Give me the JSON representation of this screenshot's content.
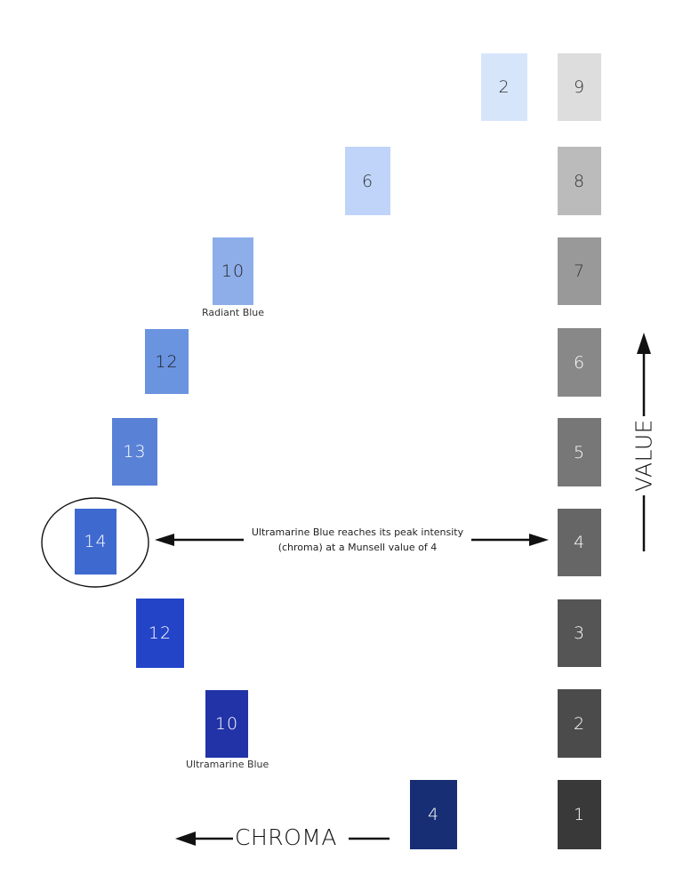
{
  "blue_swatches": [
    {
      "label": "2",
      "color": "#d7e5fb",
      "text_color": "#333333"
    },
    {
      "label": "6",
      "color": "#bfd4f8",
      "text_color": "#333333"
    },
    {
      "label": "10",
      "color": "#8eaeea",
      "text_color": "#222222"
    },
    {
      "label": "12",
      "color": "#6a93e0",
      "text_color": "#222222"
    },
    {
      "label": "13",
      "color": "#5982d6",
      "text_color": "#ffffff"
    },
    {
      "label": "14",
      "color": "#3e6ad0",
      "text_color": "#ffffff"
    },
    {
      "label": "12",
      "color": "#2444c8",
      "text_color": "#ffffff"
    },
    {
      "label": "10",
      "color": "#2233a8",
      "text_color": "#ffffff"
    },
    {
      "label": "4",
      "color": "#172e75",
      "text_color": "#ffffff"
    }
  ],
  "gray_swatches": [
    {
      "label": "9",
      "color": "#dddddd",
      "text_color": "#333333"
    },
    {
      "label": "8",
      "color": "#bbbbbb",
      "text_color": "#333333"
    },
    {
      "label": "7",
      "color": "#999999",
      "text_color": "#333333"
    },
    {
      "label": "6",
      "color": "#888888",
      "text_color": "#ffffff"
    },
    {
      "label": "5",
      "color": "#777777",
      "text_color": "#ffffff"
    },
    {
      "label": "4",
      "color": "#666666",
      "text_color": "#ffffff"
    },
    {
      "label": "3",
      "color": "#555555",
      "text_color": "#ffffff"
    },
    {
      "label": "2",
      "color": "#4b4b4b",
      "text_color": "#ffffff"
    },
    {
      "label": "1",
      "color": "#393939",
      "text_color": "#ffffff"
    }
  ],
  "captions": {
    "radiant_blue": "Radiant Blue",
    "ultramarine_blue": "Ultramarine Blue"
  },
  "annotation": {
    "line1": "Ultramarine Blue reaches its peak intensity",
    "line2": "(chroma) at a Munsell value of 4"
  },
  "axes": {
    "value_label": "VALUE",
    "chroma_label": "CHROMA"
  }
}
